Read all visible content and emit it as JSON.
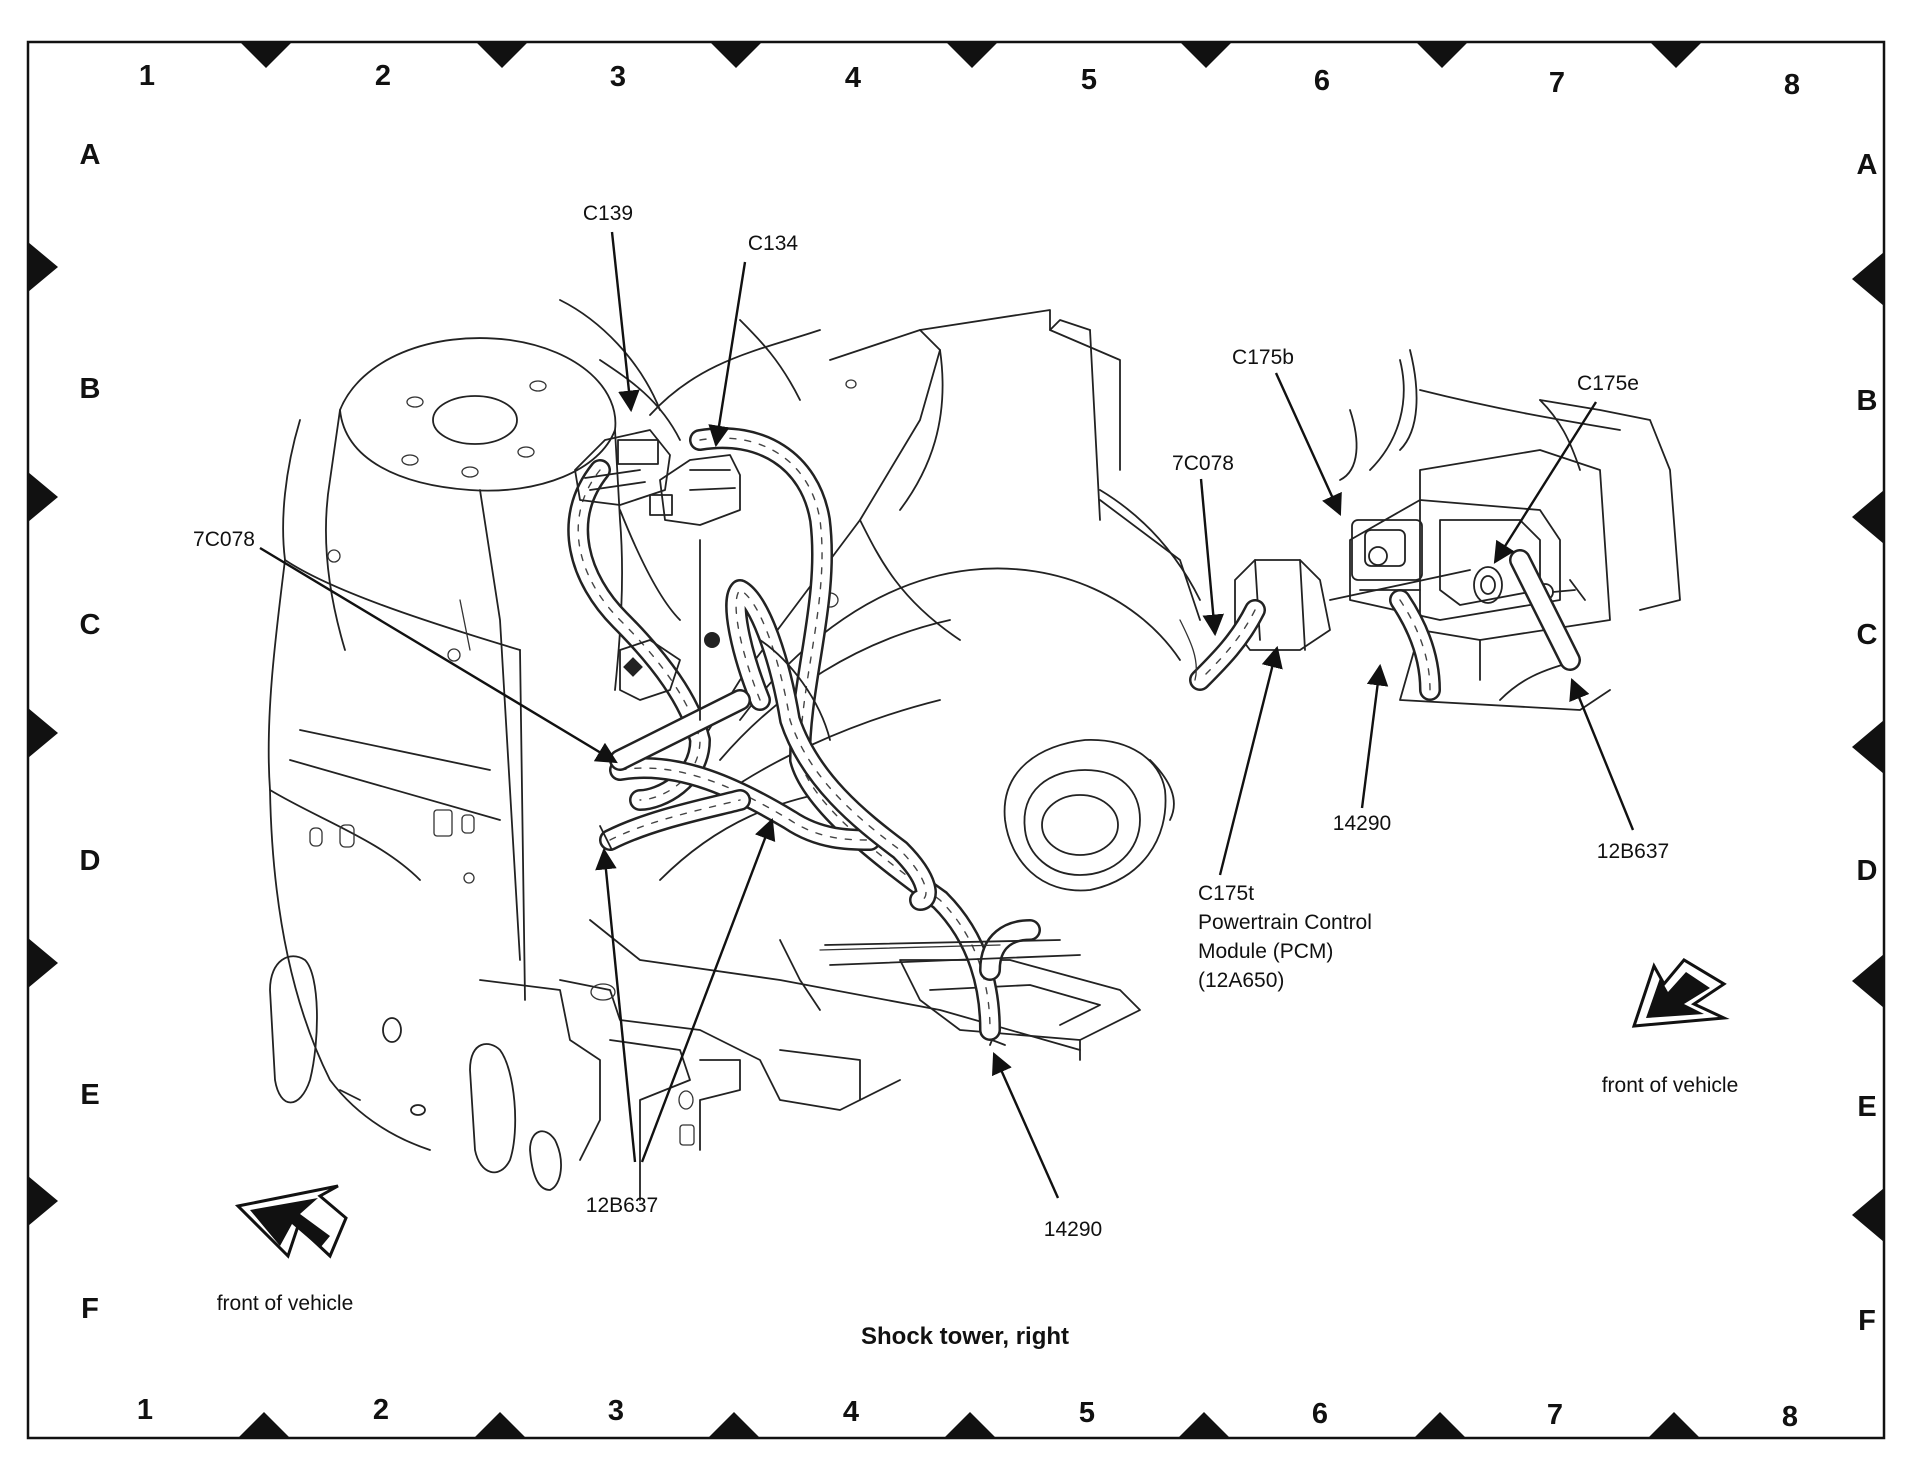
{
  "border": {
    "top_numbers": [
      "1",
      "2",
      "3",
      "4",
      "5",
      "6",
      "7",
      "8"
    ],
    "bottom_numbers": [
      "1",
      "2",
      "3",
      "4",
      "5",
      "6",
      "7",
      "8"
    ],
    "left_letters": [
      "A",
      "B",
      "C",
      "D",
      "E",
      "F"
    ],
    "right_letters": [
      "A",
      "B",
      "C",
      "D",
      "E",
      "F"
    ]
  },
  "callouts": {
    "c139": "C139",
    "c134": "C134",
    "c7c078_left": "7C078",
    "c12b637_left": "12B637",
    "c14290_left": "14290",
    "c175b": "C175b",
    "c175e": "C175e",
    "c7c078_right": "7C078",
    "c14290_right": "14290",
    "c12b637_right": "12B637",
    "c175t": "C175t",
    "pcm_line1": "Powertrain Control",
    "pcm_line2": "Module (PCM)",
    "pcm_line3": "(12A650)"
  },
  "orientation": {
    "front_left": "front of vehicle",
    "front_right": "front of vehicle"
  },
  "caption": "Shock tower, right",
  "icons": [
    "direction-arrow-icon",
    "leader-arrow-icon",
    "grid-marker-icon"
  ]
}
